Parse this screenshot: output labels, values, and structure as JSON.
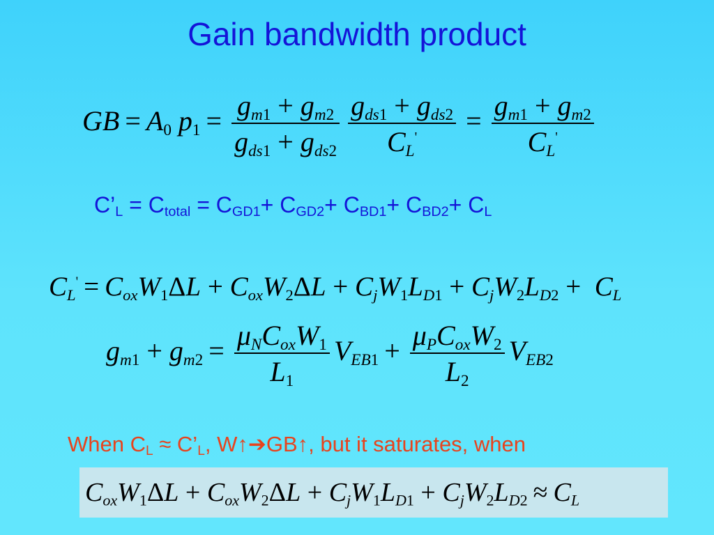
{
  "slide": {
    "title": "Gain bandwidth product",
    "load_cap_definition": {
      "lhs": "C’",
      "lhs_sub": "L",
      "eq": " = C",
      "total_sub": "total",
      "eq2": " = C",
      "terms": [
        {
          "sub": "GD1",
          "plus": "+ C"
        },
        {
          "sub": "GD2",
          "plus": "+ C"
        },
        {
          "sub": "BD1",
          "plus": "+ C"
        },
        {
          "sub": "BD2",
          "plus": "+ C"
        },
        {
          "sub": "L",
          "plus": ""
        }
      ]
    },
    "condition": {
      "text1": "When C",
      "sub1": "L",
      "text2": " ≈ C’",
      "sub2": "L",
      "text3": ", W↑➔GB↑, but it saturates, when"
    },
    "colors": {
      "title": "#1414d8",
      "condition": "#e8431d",
      "background": "#5ee3fc",
      "box": "#c8e6ee"
    }
  }
}
